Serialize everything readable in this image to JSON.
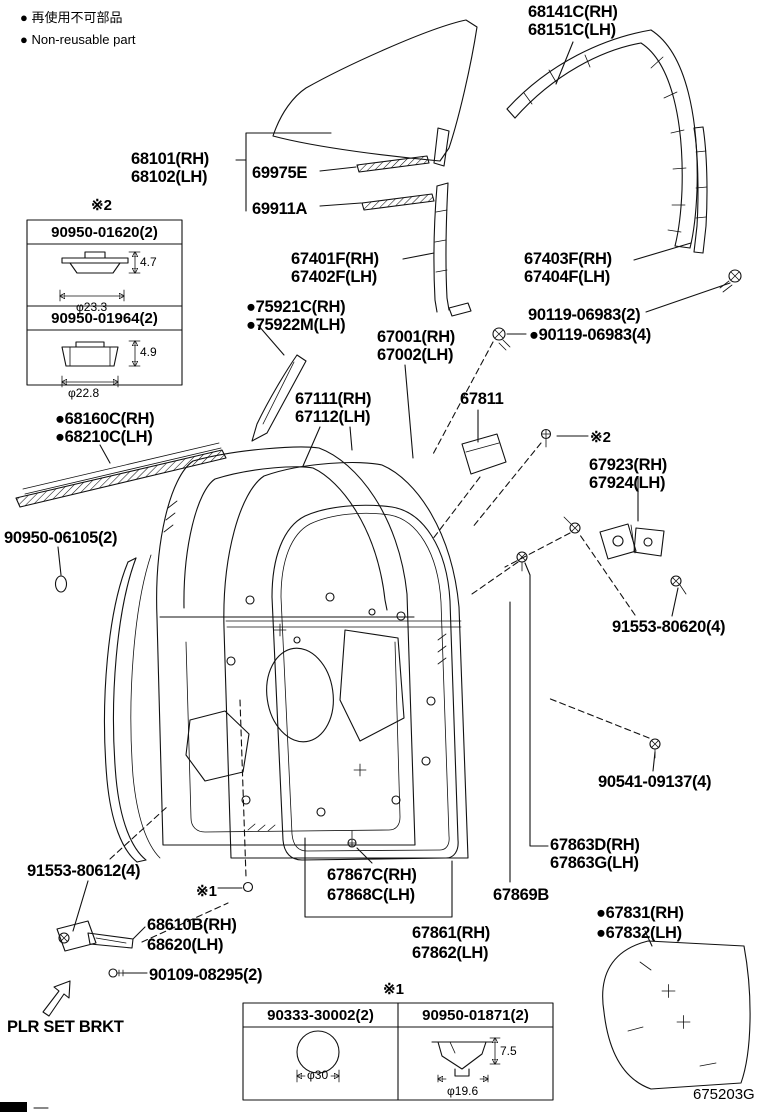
{
  "legend": {
    "jp": "● 再使用不可部品",
    "en": "● Non-reusable part"
  },
  "labels": {
    "l68141c": "68141C(RH)",
    "l68151c": "68151C(LH)",
    "l68101": "68101(RH)",
    "l68102": "68102(LH)",
    "l69975e": "69975E",
    "l69911a": "69911A",
    "l67401f": "67401F(RH)",
    "l67402f": "67402F(LH)",
    "l67403f": "67403F(RH)",
    "l67404f": "67404F(LH)",
    "l75921c": "●75921C(RH)",
    "l75922m": "●75922M(LH)",
    "l90119_2": "90119-06983(2)",
    "l90119_4": "●90119-06983(4)",
    "l67001": "67001(RH)",
    "l67002": "67002(LH)",
    "l67111": "67111(RH)",
    "l67112": "67112(LH)",
    "l67811": "67811",
    "l67923": "67923(RH)",
    "l67924": "67924(LH)",
    "l68160c": "●68160C(RH)",
    "l68210c": "●68210C(LH)",
    "l90950_06105": "90950-06105(2)",
    "l91553_80620": "91553-80620(4)",
    "l90541": "90541-09137(4)",
    "l67863d": "67863D(RH)",
    "l67863g": "67863G(LH)",
    "l91553_80612": "91553-80612(4)",
    "l67867c": "67867C(RH)",
    "l67868c": "67868C(LH)",
    "l67869b": "67869B",
    "l68610b": "68610B(RH)",
    "l68620": "68620(LH)",
    "l90109": "90109-08295(2)",
    "l67861": "67861(RH)",
    "l67862": "67862(LH)",
    "l67831": "●67831(RH)",
    "l67832": "●67832(LH)",
    "lplr": "PLR SET BRKT"
  },
  "refs": {
    "r2a": "※2",
    "r2b": "※2",
    "r1a": "※1",
    "r1b": "※1"
  },
  "insets": {
    "box1": {
      "title": "90950-01620(2)",
      "height": "4.7",
      "diameter": "φ23.3"
    },
    "box2": {
      "title": "90950-01964(2)",
      "height": "4.9",
      "diameter": "φ22.8"
    },
    "box3": {
      "title": "90333-30002(2)",
      "diameter": "φ30"
    },
    "box4": {
      "title": "90950-01871(2)",
      "height": "7.5",
      "diameter": "φ19.6"
    }
  },
  "footer": {
    "code": "675203G"
  }
}
